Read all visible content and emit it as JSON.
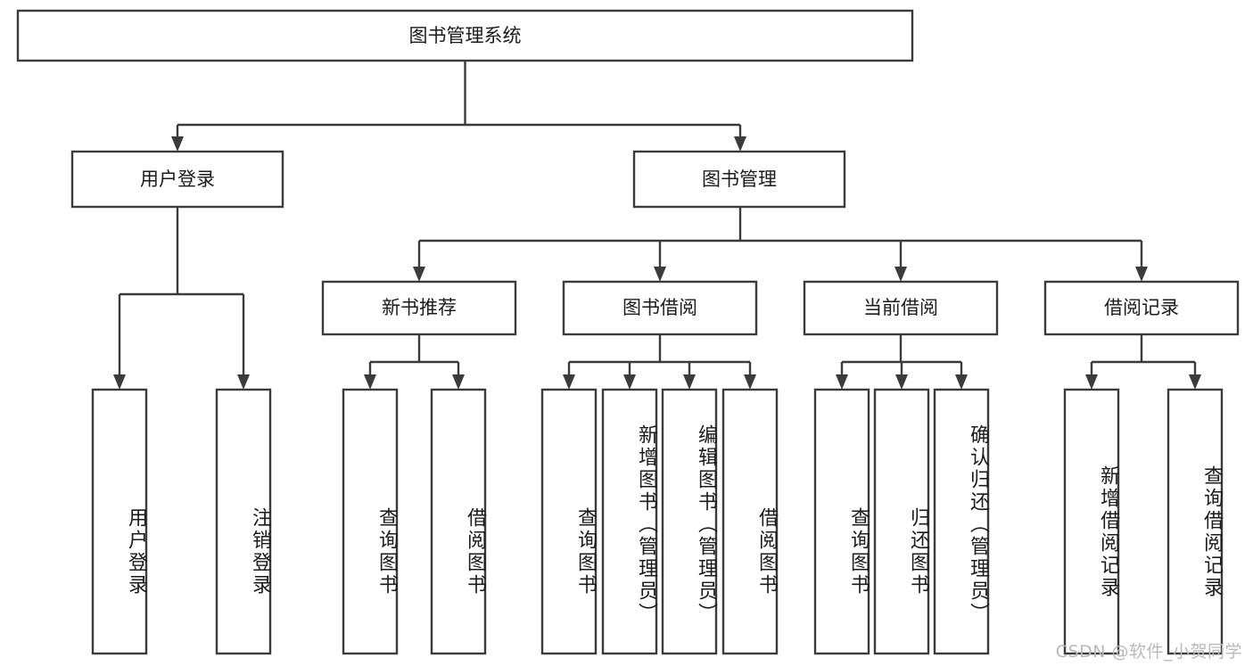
{
  "diagram": {
    "title": "图书管理系统",
    "type": "hierarchy-tree",
    "orientation": "top-down",
    "box_fill": "#ffffff",
    "box_stroke": "#3b3b3b",
    "text_color": "#1b1b1b",
    "root": {
      "label": "图书管理系统"
    },
    "level2": [
      {
        "label": "用户登录"
      },
      {
        "label": "图书管理"
      }
    ],
    "level3": [
      {
        "label": "新书推荐"
      },
      {
        "label": "图书借阅"
      },
      {
        "label": "当前借阅"
      },
      {
        "label": "借阅记录"
      }
    ],
    "leaves": {
      "user_login": [
        {
          "label": "用户登录"
        },
        {
          "label": "注销登录"
        }
      ],
      "new_book_recommend": [
        {
          "label": "查询图书"
        },
        {
          "label": "借阅图书"
        }
      ],
      "book_borrow": [
        {
          "label": "查询图书"
        },
        {
          "label": "新增图书（管理员）"
        },
        {
          "label": "编辑图书（管理员）"
        },
        {
          "label": "借阅图书"
        }
      ],
      "current_borrow": [
        {
          "label": "查询图书"
        },
        {
          "label": "归还图书"
        },
        {
          "label": "确认归还（管理员）"
        }
      ],
      "borrow_record": [
        {
          "label": "新增借阅记录"
        },
        {
          "label": "查询借阅记录"
        }
      ]
    }
  },
  "watermark": {
    "text": "CSDN @软件_小贺同学"
  }
}
